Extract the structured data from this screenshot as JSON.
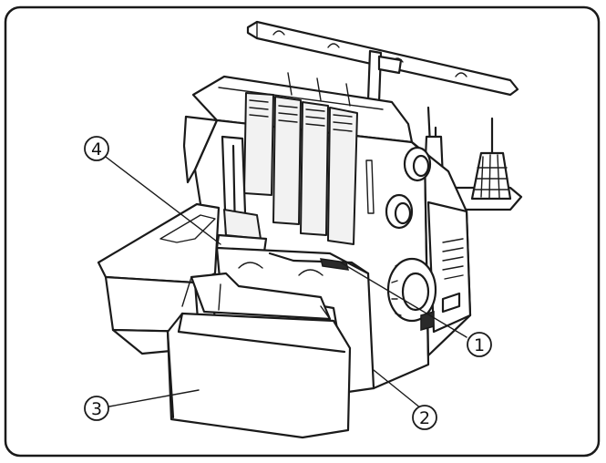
{
  "callouts": [
    {
      "id": "1",
      "label": "①"
    },
    {
      "id": "2",
      "label": "②"
    },
    {
      "id": "3",
      "label": "③"
    },
    {
      "id": "4",
      "label": "④"
    }
  ],
  "colors": {
    "line": "#1a1a1a",
    "background": "#ffffff",
    "frame": "#1a1a1a"
  }
}
